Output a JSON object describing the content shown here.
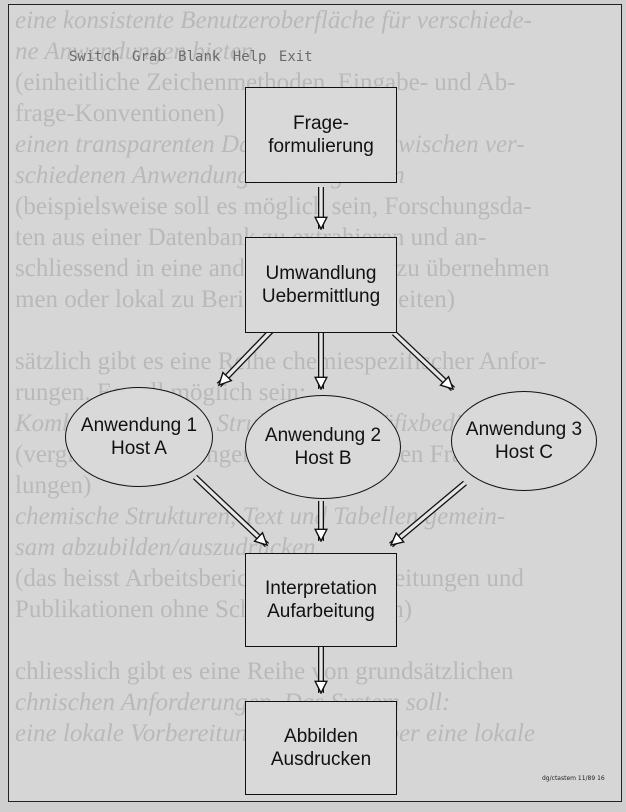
{
  "menu_bar": {
    "items": [
      "Exit",
      "Help",
      "Blank",
      "Grab",
      "Switch"
    ]
  },
  "background_text": [
    {
      "text": "eine konsistente Benutzeroberfläche für verschiede-",
      "italic": true
    },
    {
      "text": "ne Anwendungen bieten",
      "italic": true
    },
    {
      "text": "(einheitliche Zeichenmethoden, Eingabe- und Ab-",
      "italic": false
    },
    {
      "text": "frage-Konventionen)",
      "italic": false
    },
    {
      "text": "einen transparenten Datenaustausch zwischen ver-",
      "italic": true
    },
    {
      "text": "schiedenen Anwendungen ermöglichen",
      "italic": true
    },
    {
      "text": "(beispielsweise soll es möglich sein, Forschungsda-",
      "italic": false
    },
    {
      "text": "ten aus einer Datenbank zu extrahieren und an-",
      "italic": false
    },
    {
      "text": "schliessend in eine andere Datenbank zu übernehmen",
      "italic": false
    },
    {
      "text": "men oder lokal zu Berichten zu verarbeiten)",
      "italic": false
    },
    {
      "text": "",
      "italic": false
    },
    {
      "text": "sätzlich gibt es eine Reihe chemiespezifischer Anfor-",
      "italic": false
    },
    {
      "text": "rungen. Es soll möglich sein:",
      "italic": false
    },
    {
      "text": "Kombinationen aus Struktur- und Präfixbedingungen",
      "italic": true
    },
    {
      "text": "(vergleiche die obengenannten typischen Fragestel-",
      "italic": false
    },
    {
      "text": "lungen)",
      "italic": false
    },
    {
      "text": "chemische Strukturen, Text und Tabellen gemein-",
      "italic": true
    },
    {
      "text": "sam abzubilden/auszudrucken",
      "italic": true
    },
    {
      "text": "(das heisst Arbeitsberichte, Arbeitsanleitungen und",
      "italic": false
    },
    {
      "text": "Publikationen ohne Schere zu erstellen)",
      "italic": false
    },
    {
      "text": "",
      "italic": false
    },
    {
      "text": "chliesslich gibt es eine Reihe von grundsätzlichen",
      "italic": false
    },
    {
      "text": "chnischen Anforderungen. Das System soll:",
      "italic": true
    },
    {
      "text": "eine lokale Vorbereitung der Arbeit über eine lokale",
      "italic": true
    }
  ],
  "diagram": {
    "frage": {
      "line1": "Frage-",
      "line2": "formulierung"
    },
    "umwandlung": {
      "line1": "Umwandlung",
      "line2": "Uebermittlung"
    },
    "anwendung1": {
      "line1": "Anwendung 1",
      "line2": "Host A"
    },
    "anwendung2": {
      "line1": "Anwendung 2",
      "line2": "Host B"
    },
    "anwendung3": {
      "line1": "Anwendung 3",
      "line2": "Host C"
    },
    "interpretation": {
      "line1": "Interpretation",
      "line2": "Aufarbeitung"
    },
    "abbilden": {
      "line1": "Abbilden",
      "line2": "Ausdrucken"
    }
  },
  "footer": {
    "code": "dg/ctastem 11/89 16"
  }
}
